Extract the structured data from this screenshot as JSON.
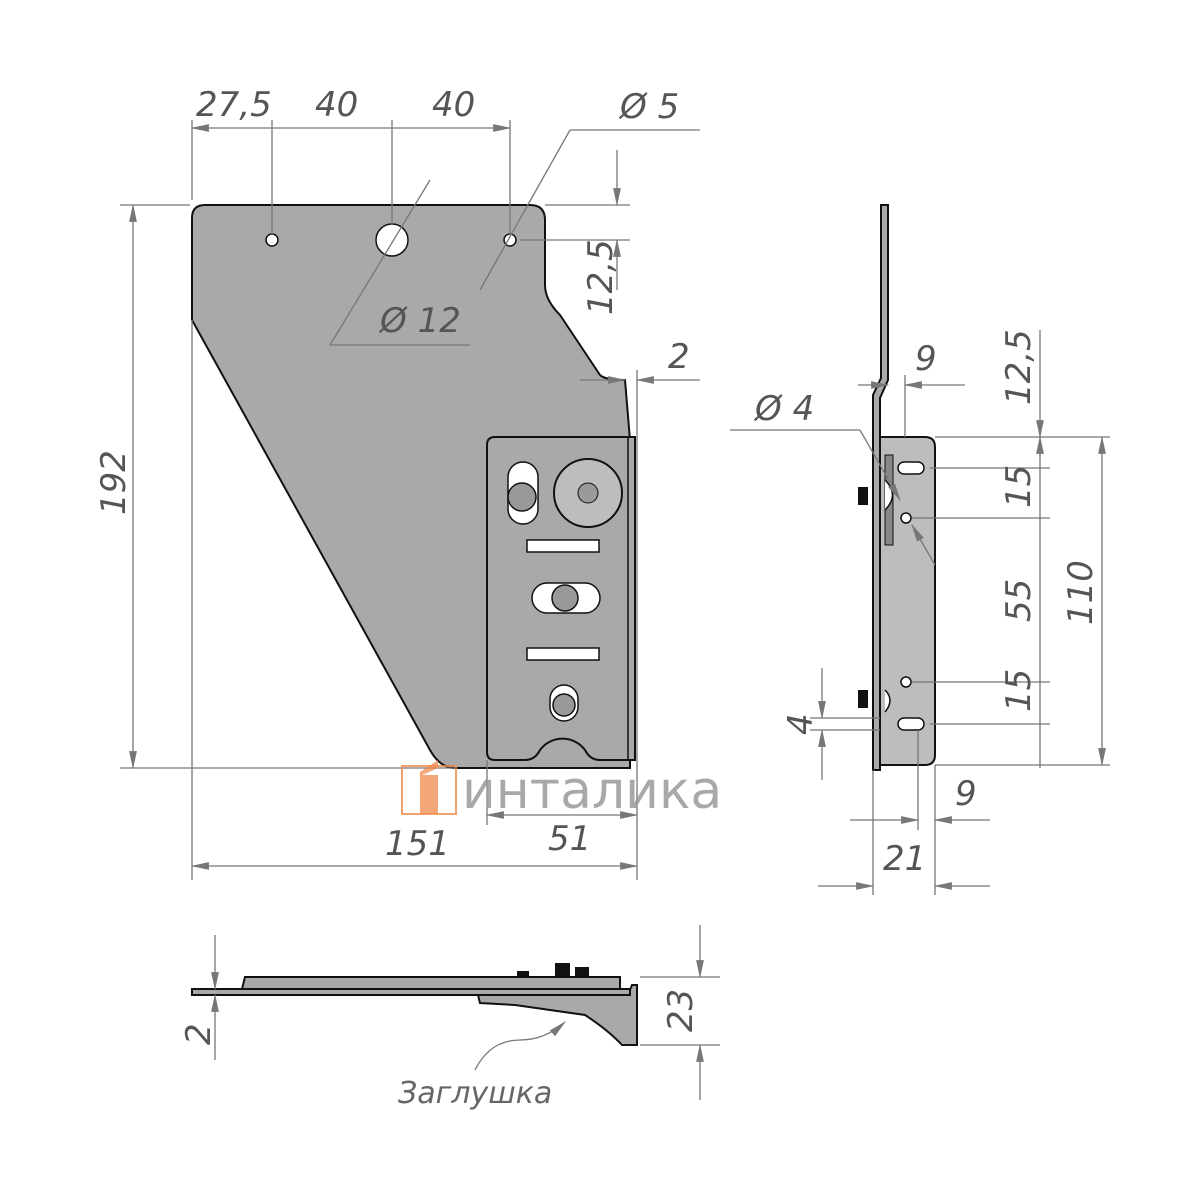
{
  "front_view": {
    "dims": {
      "top_offset": "27,5",
      "spacing_1": "40",
      "spacing_2": "40",
      "small_hole": "Ø 5",
      "large_hole": "Ø 12",
      "hole_offset": "12,5",
      "height": "192",
      "thickness": "2",
      "width": "151",
      "bracket_width": "51"
    }
  },
  "side_view": {
    "dims": {
      "hole": "Ø 4",
      "top_9": "9",
      "top_offset": "12,5",
      "upper_15": "15",
      "middle_55": "55",
      "total_110": "110",
      "lower_15": "15",
      "slot_4": "4",
      "bottom_9": "9",
      "depth_21": "21"
    }
  },
  "bottom_view": {
    "dims": {
      "thickness": "2",
      "height": "23"
    },
    "callout": "Заглушка"
  },
  "logo": {
    "text": "инталика",
    "accent": "#f08a4b"
  }
}
